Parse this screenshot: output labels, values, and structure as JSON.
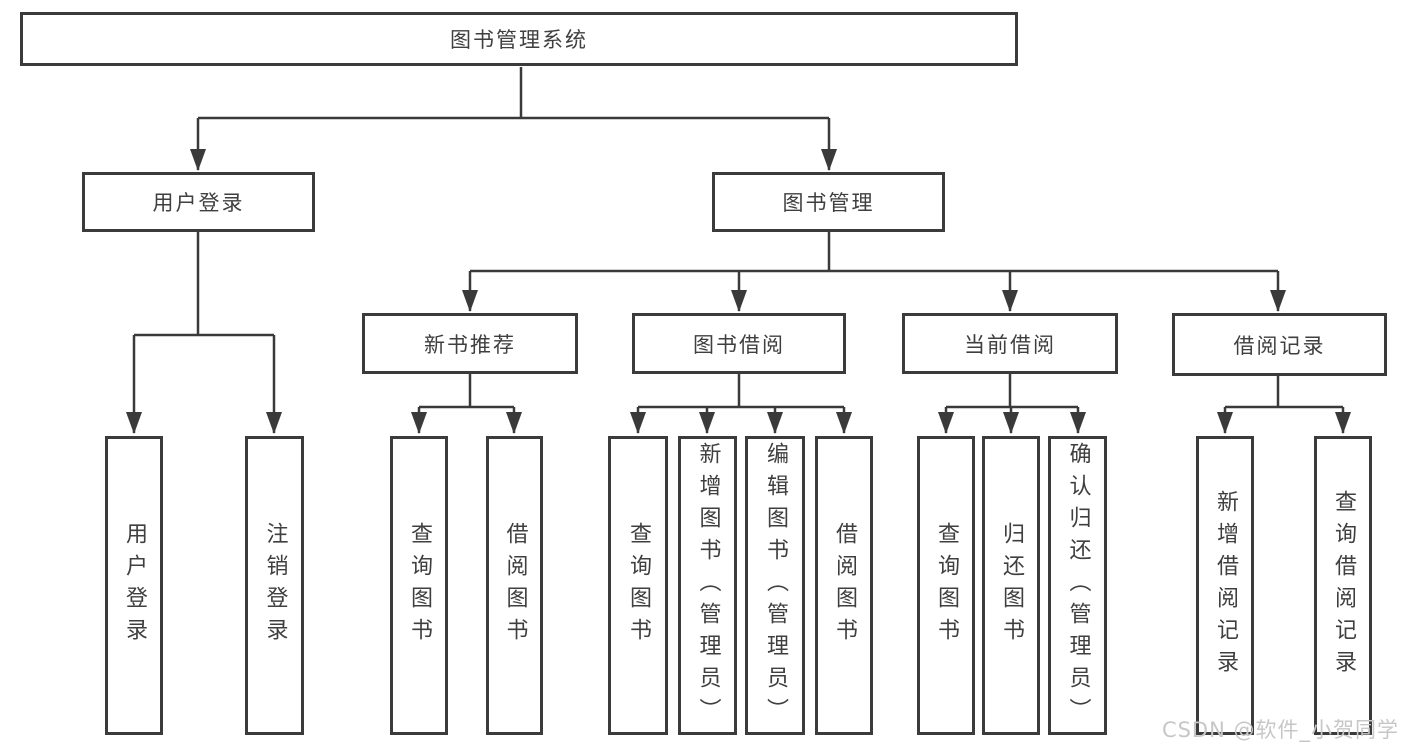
{
  "colors": {
    "line": "#3a3a3a",
    "box-border": "#3b3b3b",
    "text": "#3f3f3f",
    "bg": "#ffffff",
    "watermark": "#c8c7c7"
  },
  "watermark": {
    "text": "CSDN @软件_小贺同学"
  },
  "diagram": {
    "type": "hierarchy-tree",
    "nodes": {
      "root": {
        "label": "图书管理系统"
      },
      "user_login": {
        "label": "用户登录"
      },
      "book_mgmt": {
        "label": "图书管理"
      },
      "new_book_rec": {
        "label": "新书推荐"
      },
      "book_borrow": {
        "label": "图书借阅"
      },
      "current_borrow": {
        "label": "当前借阅"
      },
      "borrow_record": {
        "label": "借阅记录"
      },
      "leaf_user_login": {
        "label": "用户登录"
      },
      "leaf_logout": {
        "label": "注销登录"
      },
      "leaf_query_book_1": {
        "label": "查询图书"
      },
      "leaf_borrow_book_1": {
        "label": "借阅图书"
      },
      "leaf_query_book_2": {
        "label": "查询图书"
      },
      "leaf_add_book": {
        "label": "新增图书（管理员）"
      },
      "leaf_edit_book": {
        "label": "编辑图书（管理员）"
      },
      "leaf_borrow_book_2": {
        "label": "借阅图书"
      },
      "leaf_query_book_3": {
        "label": "查询图书"
      },
      "leaf_return_book": {
        "label": "归还图书"
      },
      "leaf_confirm_return": {
        "label": "确认归还（管理员）"
      },
      "leaf_add_borrow_record": {
        "label": "新增借阅记录"
      },
      "leaf_query_borrow_record": {
        "label": "查询借阅记录"
      }
    },
    "edges": [
      [
        "root",
        "user_login"
      ],
      [
        "root",
        "book_mgmt"
      ],
      [
        "user_login",
        "leaf_user_login"
      ],
      [
        "user_login",
        "leaf_logout"
      ],
      [
        "book_mgmt",
        "new_book_rec"
      ],
      [
        "book_mgmt",
        "book_borrow"
      ],
      [
        "book_mgmt",
        "current_borrow"
      ],
      [
        "book_mgmt",
        "borrow_record"
      ],
      [
        "new_book_rec",
        "leaf_query_book_1"
      ],
      [
        "new_book_rec",
        "leaf_borrow_book_1"
      ],
      [
        "book_borrow",
        "leaf_query_book_2"
      ],
      [
        "book_borrow",
        "leaf_add_book"
      ],
      [
        "book_borrow",
        "leaf_edit_book"
      ],
      [
        "book_borrow",
        "leaf_borrow_book_2"
      ],
      [
        "current_borrow",
        "leaf_query_book_3"
      ],
      [
        "current_borrow",
        "leaf_return_book"
      ],
      [
        "current_borrow",
        "leaf_confirm_return"
      ],
      [
        "borrow_record",
        "leaf_add_borrow_record"
      ],
      [
        "borrow_record",
        "leaf_query_borrow_record"
      ]
    ]
  }
}
